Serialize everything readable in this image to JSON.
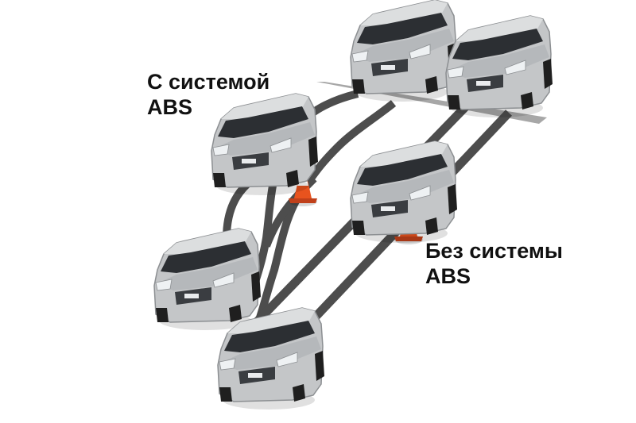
{
  "labels": {
    "with_abs": {
      "line1": "С системой",
      "line2": "ABS"
    },
    "without_abs": {
      "line1": "Без системы",
      "line2": "ABS"
    }
  },
  "colors": {
    "track": "#4d4d4d",
    "stop_line": "#a7a7a7",
    "car_body": "#c4c6c8",
    "car_roof": "#dcdedf",
    "windshield": "#2c2f33",
    "cone": "#e8531e",
    "cone_stripe": "#ffffff"
  },
  "icons": [
    "car-icon",
    "traffic-cone-icon"
  ]
}
